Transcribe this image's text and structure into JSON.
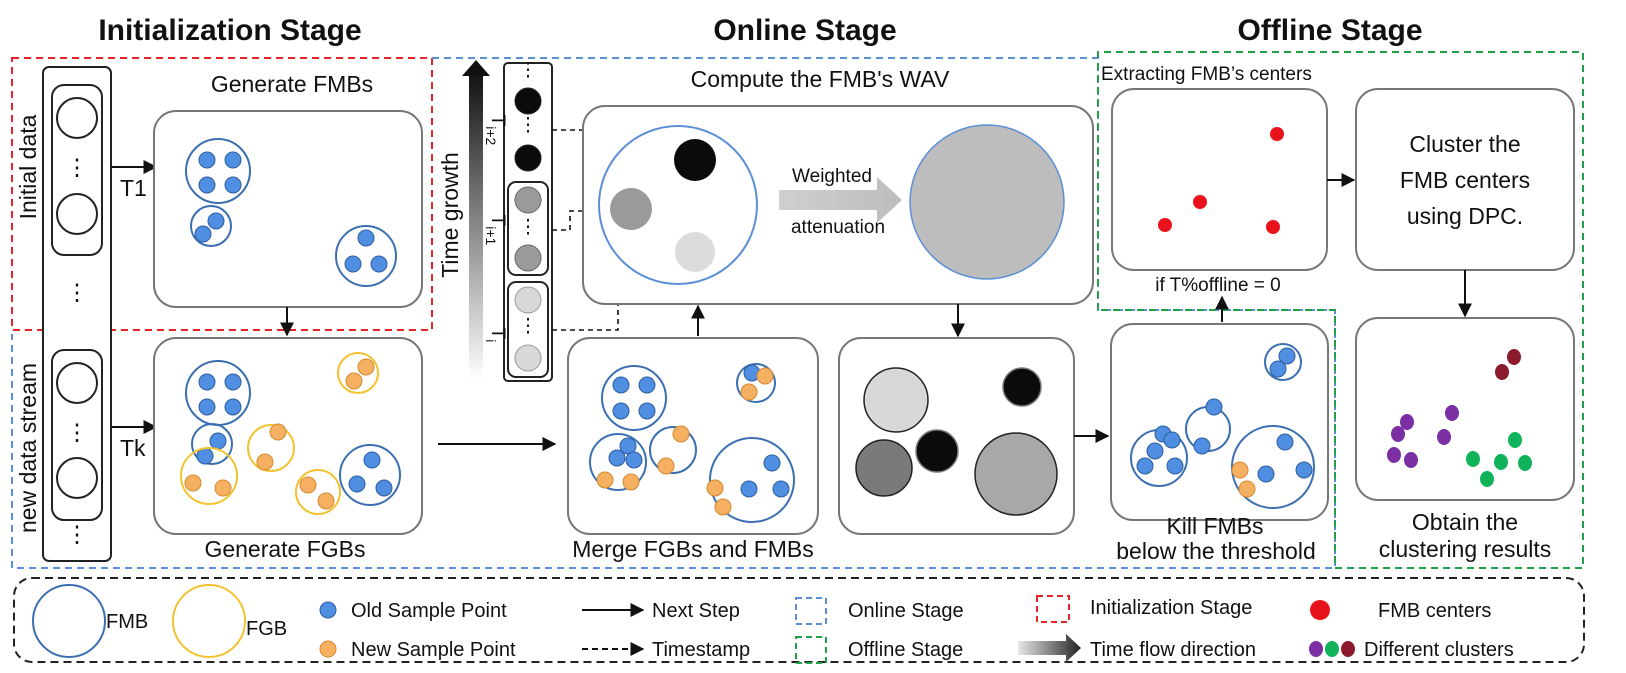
{
  "stages": {
    "init": "Initialization Stage",
    "online": "Online Stage",
    "offline": "Offline Stage"
  },
  "init": {
    "column_label_top": "Initial data",
    "column_label_bottom": "new data stream",
    "t1": "T1",
    "tk": "Tk",
    "generate_fmbs": "Generate FMBs",
    "generate_fgbs": "Generate FGBs",
    "dots": "⋮"
  },
  "online": {
    "time_growth": "Time growth",
    "ti2": "T",
    "ti2_sub": "i+2",
    "ti1": "T",
    "ti1_sub": "i+1",
    "ti": "T",
    "ti_sub": "i",
    "compute_wav": "Compute the FMB's WAV",
    "weighted": "Weighted",
    "attenuation": "attenuation",
    "merge": "Merge FGBs and FMBs"
  },
  "offline": {
    "extracting": "Extracting FMB’s centers",
    "condition": "if T%offline = 0",
    "cluster_line1": "Cluster the",
    "cluster_line2": "FMB centers",
    "cluster_line3": "using DPC.",
    "kill_line1": "Kill FMBs",
    "kill_line2": "below the threshold",
    "obtain_line1": "Obtain the",
    "obtain_line2": "clustering results"
  },
  "legend": {
    "fmb": "FMB",
    "fgb": "FGB",
    "old_point": "Old Sample Point",
    "new_point": "New Sample Point",
    "next_step": "Next Step",
    "timestamp": "Timestamp",
    "online_stage": "Online Stage",
    "offline_stage": "Offline Stage",
    "init_stage": "Initialization Stage",
    "time_flow": "Time flow direction",
    "fmb_centers": "FMB centers",
    "different_clusters": "Different clusters"
  },
  "colors": {
    "fmb_ring": "#3b6fb0",
    "fgb_ring": "#f2c230",
    "old_point": "#4f8ee0",
    "new_point": "#f5b062",
    "fmb_center": "#e8131b",
    "init_box": "#e8232a",
    "online_box": "#5b8fd6",
    "offline_box": "#1fa04a",
    "cluster_purple": "#7b2fa2",
    "cluster_green": "#10b25a",
    "cluster_maroon": "#8b1a2c"
  }
}
